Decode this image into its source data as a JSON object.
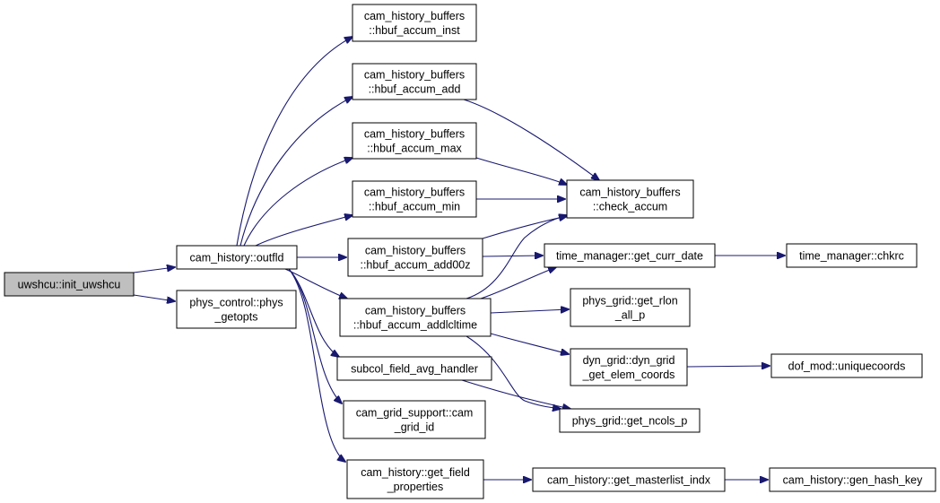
{
  "graph": {
    "edge_color": "#191970",
    "root_fill": "#bfbfbf",
    "nodes": [
      {
        "id": "uwshcu",
        "lines": [
          "uwshcu::init_uwshcu"
        ],
        "root": true
      },
      {
        "id": "outfld",
        "lines": [
          "cam_history::outfld"
        ]
      },
      {
        "id": "phys_getopts",
        "lines": [
          "phys_control::phys",
          "_getopts"
        ]
      },
      {
        "id": "accum_inst",
        "lines": [
          "cam_history_buffers",
          "::hbuf_accum_inst"
        ]
      },
      {
        "id": "accum_add",
        "lines": [
          "cam_history_buffers",
          "::hbuf_accum_add"
        ]
      },
      {
        "id": "accum_max",
        "lines": [
          "cam_history_buffers",
          "::hbuf_accum_max"
        ]
      },
      {
        "id": "accum_min",
        "lines": [
          "cam_history_buffers",
          "::hbuf_accum_min"
        ]
      },
      {
        "id": "accum_add00z",
        "lines": [
          "cam_history_buffers",
          "::hbuf_accum_add00z"
        ]
      },
      {
        "id": "accum_addlcltime",
        "lines": [
          "cam_history_buffers",
          "::hbuf_accum_addlcltime"
        ]
      },
      {
        "id": "subcol",
        "lines": [
          "subcol_field_avg_handler"
        ]
      },
      {
        "id": "grid_id",
        "lines": [
          "cam_grid_support::cam",
          "_grid_id"
        ]
      },
      {
        "id": "get_field",
        "lines": [
          "cam_history::get_field",
          "_properties"
        ]
      },
      {
        "id": "check_accum",
        "lines": [
          "cam_history_buffers",
          "::check_accum"
        ]
      },
      {
        "id": "curr_date",
        "lines": [
          "time_manager::get_curr_date"
        ]
      },
      {
        "id": "chkrc",
        "lines": [
          "time_manager::chkrc"
        ]
      },
      {
        "id": "rlon",
        "lines": [
          "phys_grid::get_rlon",
          "_all_p"
        ]
      },
      {
        "id": "elem_coords",
        "lines": [
          "dyn_grid::dyn_grid",
          "_get_elem_coords"
        ]
      },
      {
        "id": "uniquecoords",
        "lines": [
          "dof_mod::uniquecoords"
        ]
      },
      {
        "id": "ncols",
        "lines": [
          "phys_grid::get_ncols_p"
        ]
      },
      {
        "id": "masterlist",
        "lines": [
          "cam_history::get_masterlist_indx"
        ]
      },
      {
        "id": "hash_key",
        "lines": [
          "cam_history::gen_hash_key"
        ]
      }
    ],
    "edges": [
      [
        "uwshcu",
        "outfld"
      ],
      [
        "uwshcu",
        "phys_getopts"
      ],
      [
        "outfld",
        "accum_inst"
      ],
      [
        "outfld",
        "accum_add"
      ],
      [
        "outfld",
        "accum_max"
      ],
      [
        "outfld",
        "accum_min"
      ],
      [
        "outfld",
        "accum_add00z"
      ],
      [
        "outfld",
        "accum_addlcltime"
      ],
      [
        "outfld",
        "subcol"
      ],
      [
        "outfld",
        "grid_id"
      ],
      [
        "outfld",
        "get_field"
      ],
      [
        "accum_add",
        "check_accum"
      ],
      [
        "accum_max",
        "check_accum"
      ],
      [
        "accum_min",
        "check_accum"
      ],
      [
        "accum_add00z",
        "check_accum"
      ],
      [
        "accum_add00z",
        "curr_date"
      ],
      [
        "accum_addlcltime",
        "check_accum"
      ],
      [
        "accum_addlcltime",
        "curr_date"
      ],
      [
        "accum_addlcltime",
        "rlon"
      ],
      [
        "accum_addlcltime",
        "elem_coords"
      ],
      [
        "accum_addlcltime",
        "ncols"
      ],
      [
        "subcol",
        "ncols"
      ],
      [
        "curr_date",
        "chkrc"
      ],
      [
        "elem_coords",
        "uniquecoords"
      ],
      [
        "get_field",
        "masterlist"
      ],
      [
        "masterlist",
        "hash_key"
      ]
    ]
  }
}
